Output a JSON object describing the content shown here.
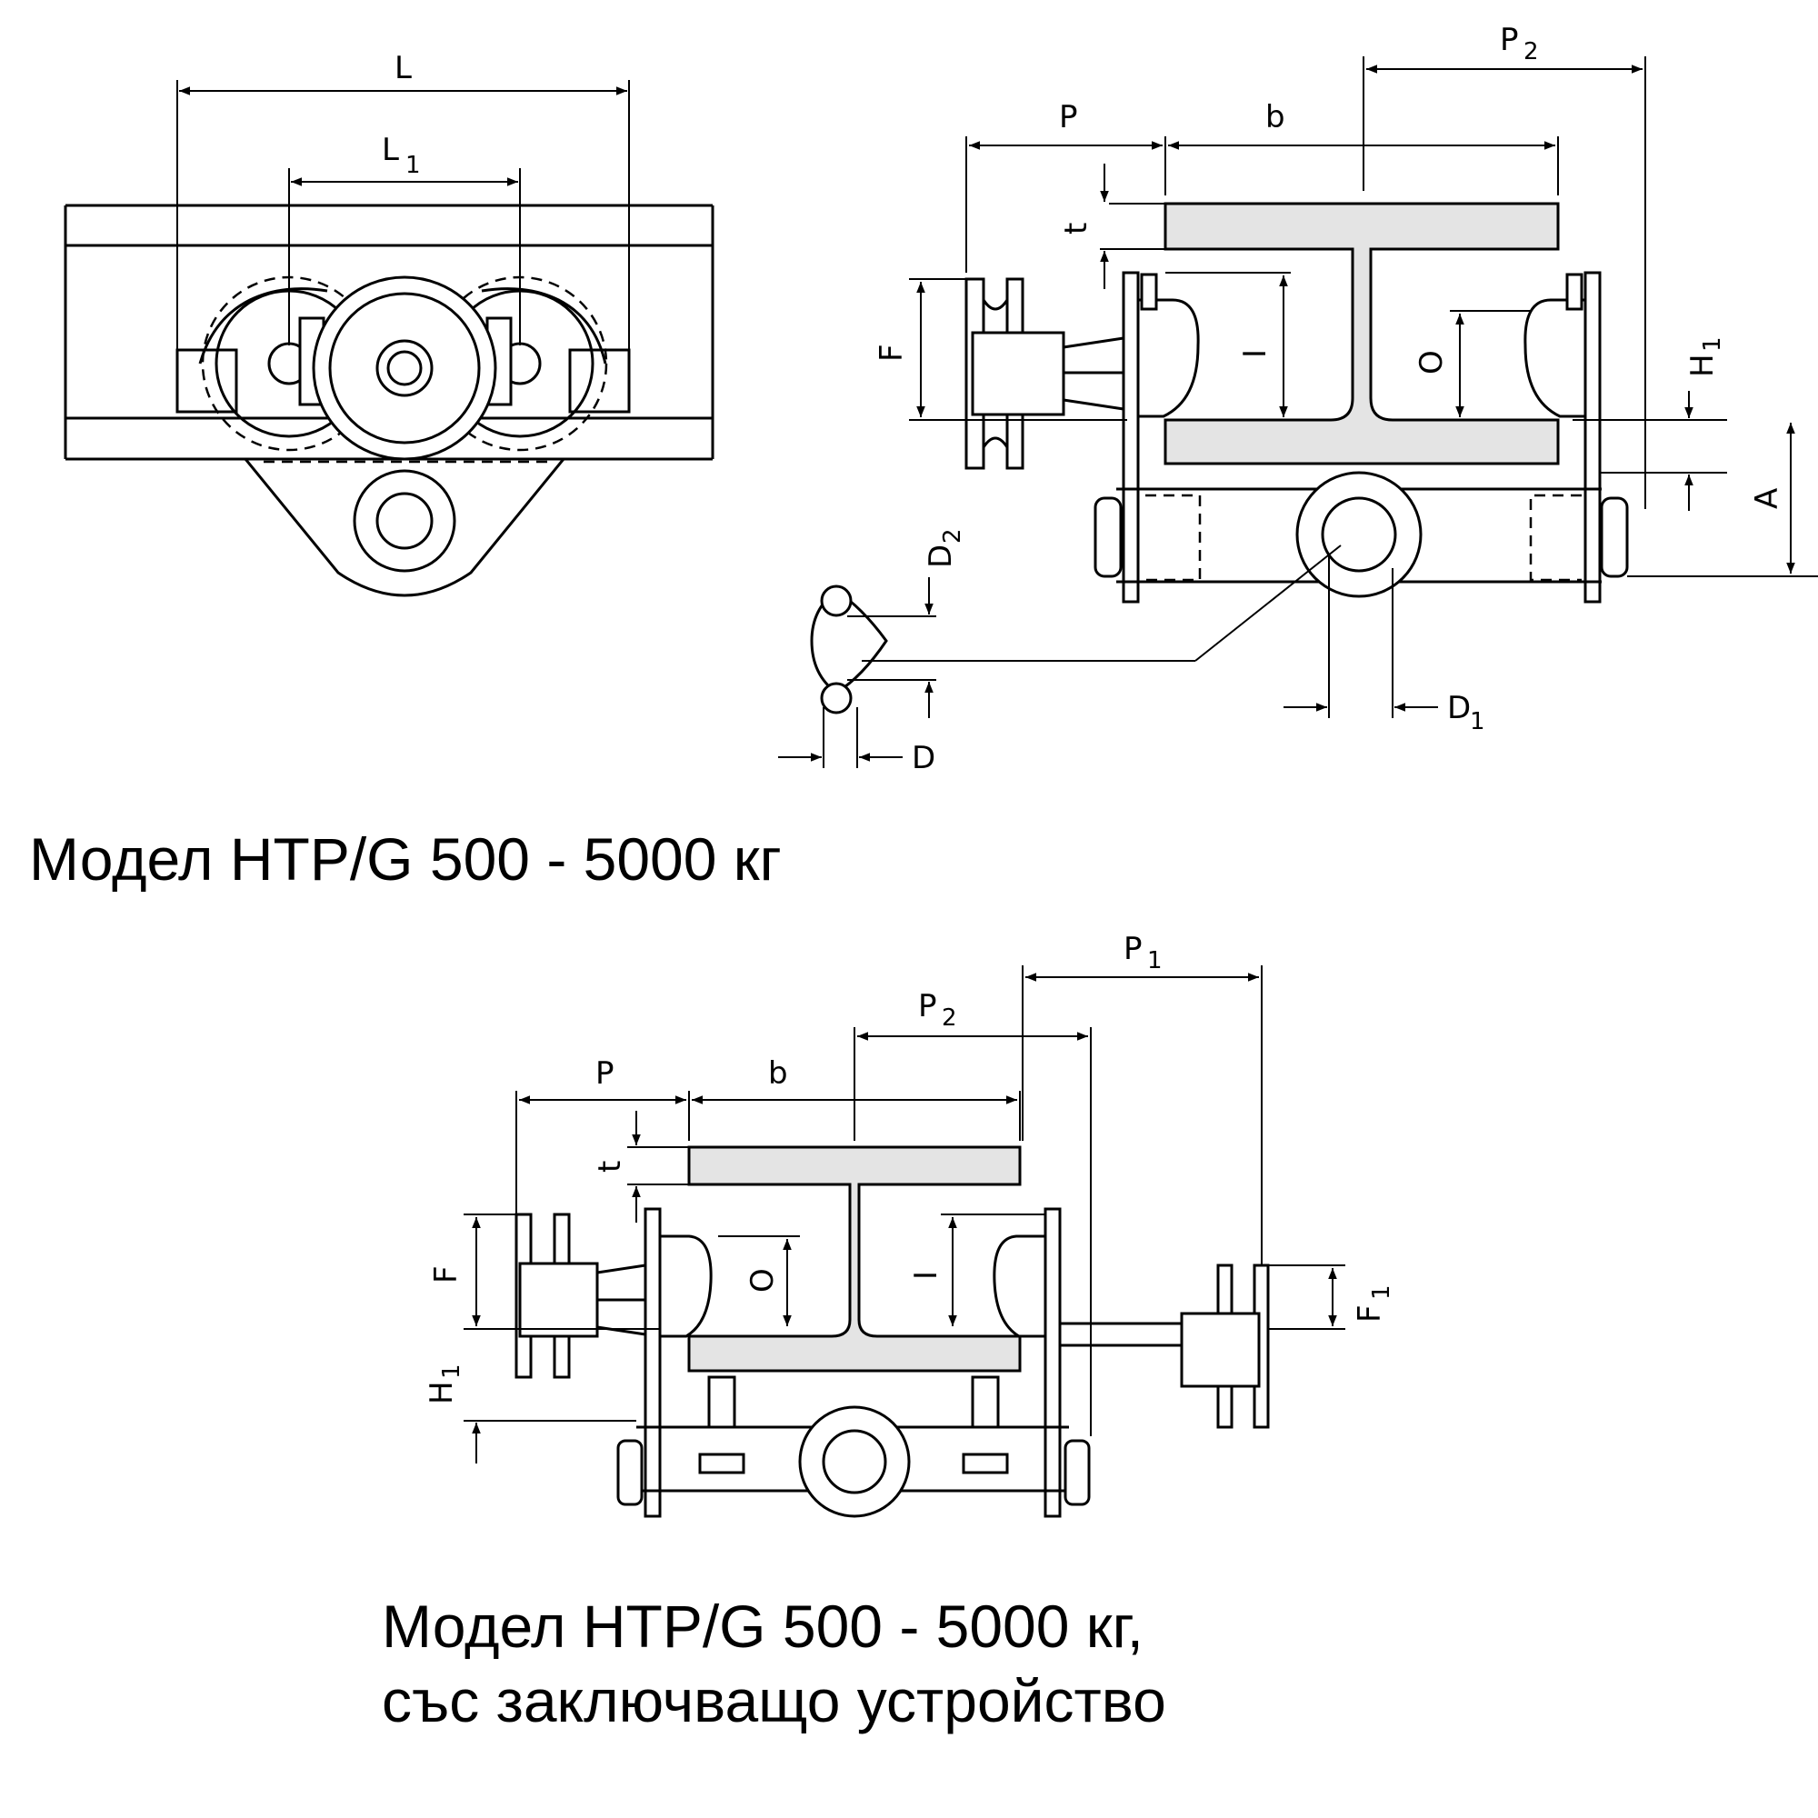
{
  "captions": {
    "top": "Модел HTP/G 500 - 5000 кг",
    "bottom_line1": "Модел HTP/G 500 - 5000 кг,",
    "bottom_line2": "със заключващо устройство"
  },
  "labels": {
    "L": "L",
    "L1": "L",
    "L1_sub": "1",
    "P": "P",
    "b": "b",
    "P2": "P",
    "P2_sub": "2",
    "P1": "P",
    "P1_sub": "1",
    "t": "t",
    "F": "F",
    "F1": "F",
    "F1_sub": "1",
    "I": "I",
    "O": "O",
    "H1": "H",
    "H1_sub": "1",
    "A": "A",
    "D": "D",
    "D1": "D",
    "D1_sub": "1",
    "D2": "D",
    "D2_sub": "2"
  }
}
